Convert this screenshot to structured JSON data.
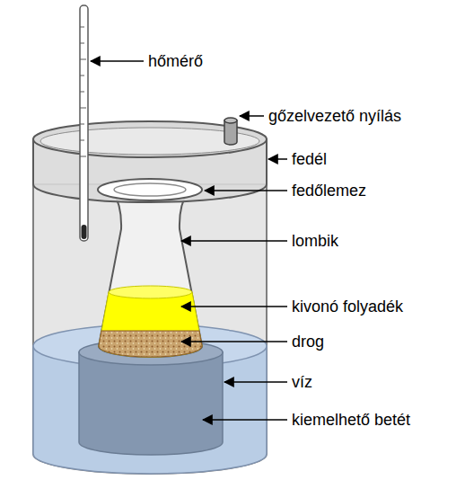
{
  "diagram": {
    "labels": [
      "hőmérő",
      "gőzelvezető nyílás",
      "fedél",
      "fedőlemez",
      "lombik",
      "kivonó folyadék",
      "drog",
      "víz",
      "kiemelhető betét"
    ]
  }
}
